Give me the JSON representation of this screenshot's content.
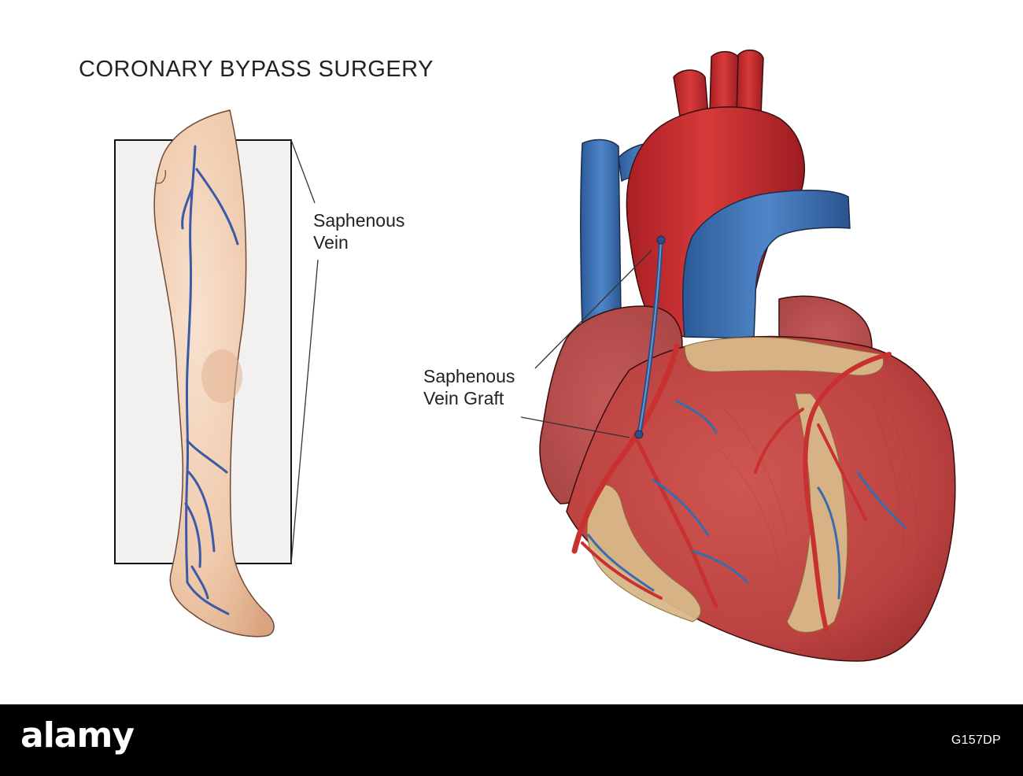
{
  "title": "CORONARY BYPASS SURGERY",
  "labels": {
    "saphenous_vein": [
      "Saphenous",
      "Vein"
    ],
    "saphenous_vein_graft": [
      "Saphenous",
      "Vein Graft"
    ]
  },
  "watermark": {
    "logo": "alamy",
    "image_id": "G157DP"
  },
  "colors": {
    "artery": "#c8312f",
    "vein": "#3a6cad",
    "skin": "#f0cdb0",
    "fat": "#d8b888",
    "myocardium": "#c24a45"
  }
}
